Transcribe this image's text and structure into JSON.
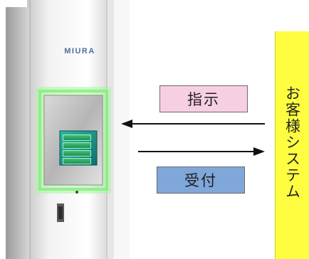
{
  "machine": {
    "brand": "MIURA"
  },
  "labels": {
    "instruction": "指示",
    "acceptance": "受付"
  },
  "system": {
    "label": "お客様システム"
  },
  "colors": {
    "instruction_bg": "#f7cfe3",
    "acceptance_bg": "#7fa7da",
    "system_bg": "#fffd40",
    "panel_glow": "#7ff07a",
    "screen": "#1f9a8a"
  }
}
